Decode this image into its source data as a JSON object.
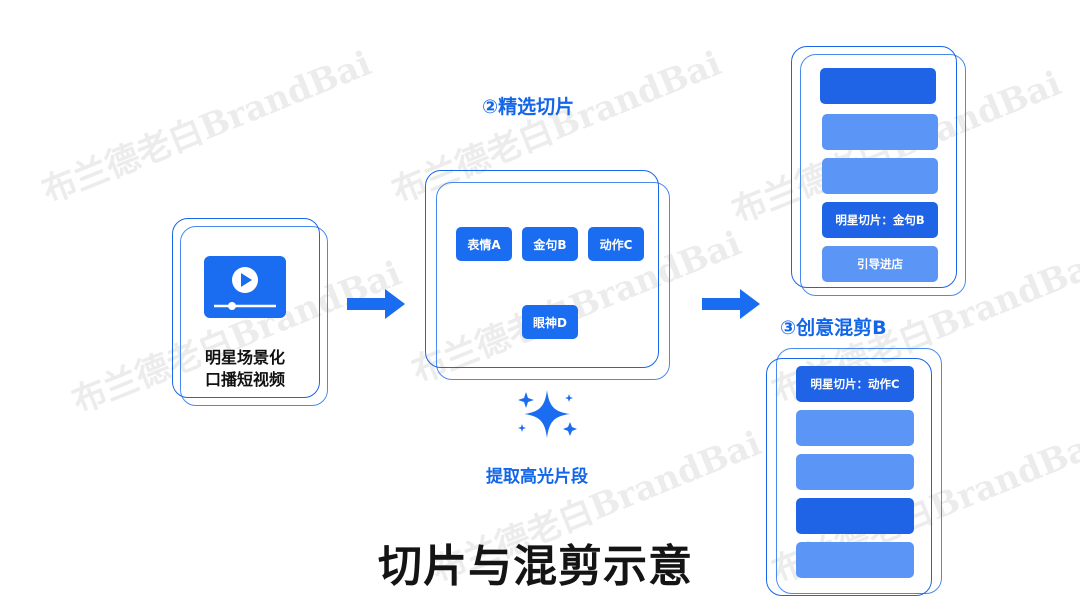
{
  "title": "切片与混剪示意",
  "watermark_text": "布兰德老白BrandBai",
  "source_box": {
    "label_line1": "明星场景化",
    "label_line2": "口播短视频",
    "icon": "video-play-icon"
  },
  "step2": {
    "title": "②精选切片",
    "subtitle": "提取高光片段",
    "icon": "sparkle-icon",
    "chips": [
      "表情A",
      "金句B",
      "动作C",
      "眼神D"
    ]
  },
  "step3": {
    "title": "③创意混剪B",
    "upper_bars": [
      "",
      "",
      "",
      "明星切片：金句B",
      "引导进店"
    ],
    "lower_bars": [
      "明星切片：动作C",
      "",
      "",
      "",
      ""
    ]
  },
  "colors": {
    "accent": "#1a6cf0",
    "light_bar": "#5b95f5",
    "dark_bar": "#1f63e6"
  }
}
